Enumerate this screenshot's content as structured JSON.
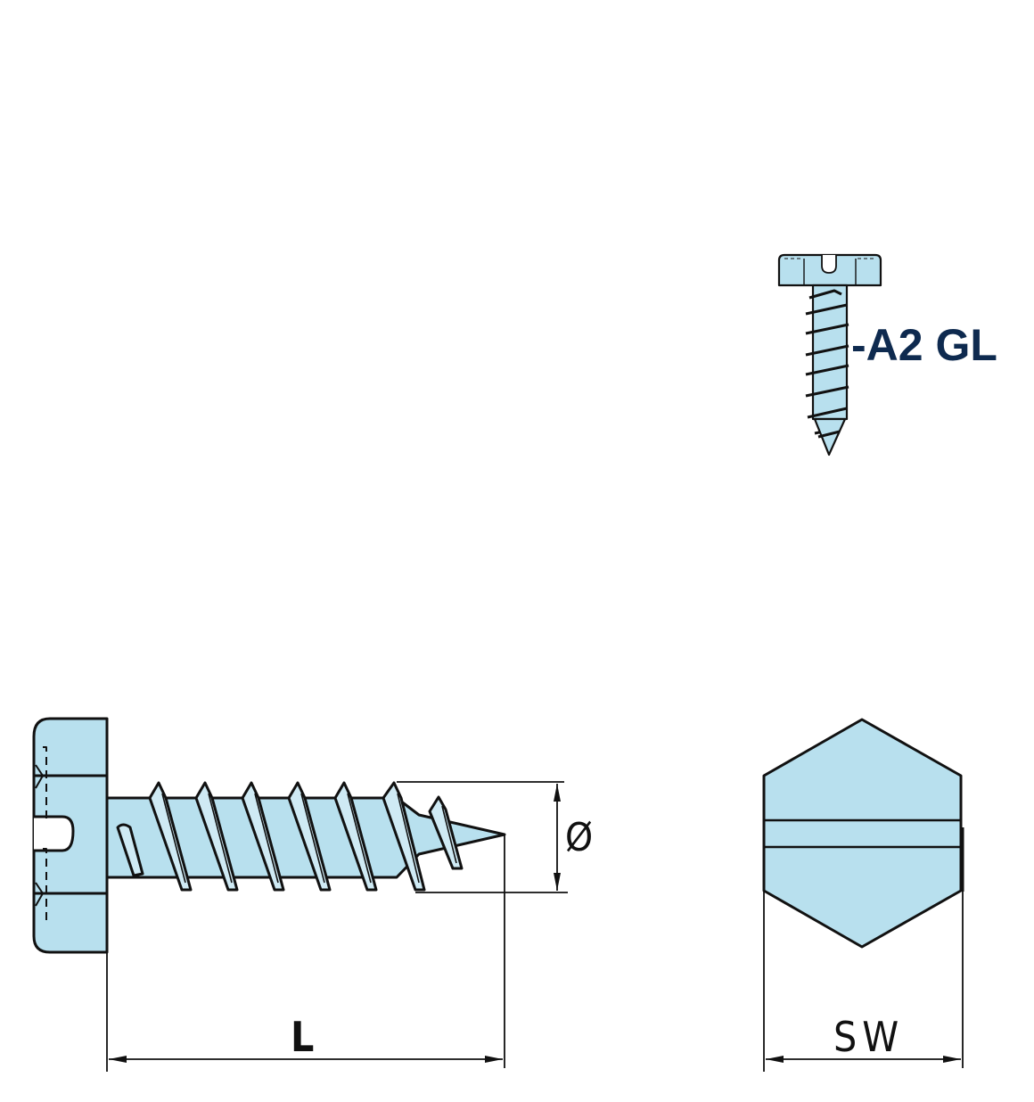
{
  "diagram": {
    "title": "Slotted hex head tapping screw technical drawing",
    "product_code": "-A2 GL",
    "colors": {
      "fill": "#b8e0ee",
      "stroke": "#111111",
      "text_code": "#0e2a4f",
      "background": "#ffffff"
    },
    "views": {
      "icon": {
        "label": "product-thumbnail"
      },
      "side": {
        "label": "side-view"
      },
      "top": {
        "label": "top-view-hex-head"
      }
    },
    "dimensions": {
      "length": "L",
      "diameter": "Ø",
      "width_across_flats": "SW"
    }
  }
}
